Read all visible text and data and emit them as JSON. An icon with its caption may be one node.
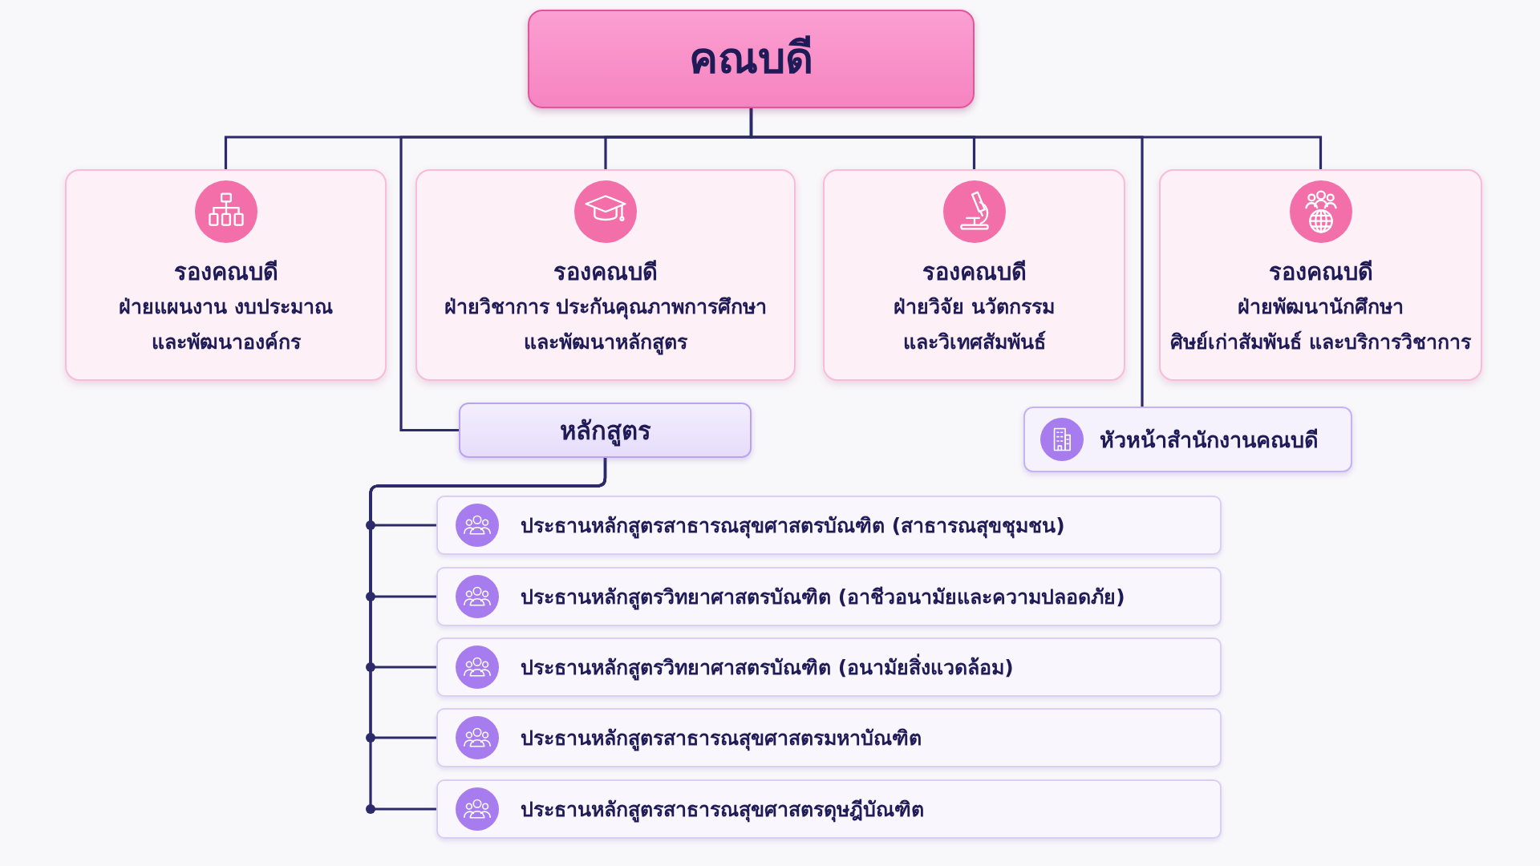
{
  "diagram": {
    "nodes": [
      {
        "text": [
          "คณบดี"
        ]
      },
      {
        "text": [
          "รองคณบดี",
          "ฝ่ายแผนงาน งบประมาณ และพัฒนาองค์กร"
        ]
      },
      {
        "text": [
          "รองคณบดี",
          "ฝ่ายวิชาการ ประกันคุณภาพการศึกษา และพัฒนาหลักสูตร"
        ]
      },
      {
        "text": [
          "รองคณบดี",
          "ฝ่ายวิจัย นวัตกรรม และวิเทศสัมพันธ์"
        ]
      },
      {
        "text": [
          "รองคณบดี",
          "ฝ่ายพัฒนานักศึกษา ศิษย์เก่าสัมพันธ์ และบริการวิชาการ"
        ]
      },
      {
        "text": [
          "หลักสูตร"
        ]
      },
      {
        "text": [
          "หัวหน้าสำนักงานคณบดี"
        ]
      },
      {
        "text": [
          "ประธานหลักสูตรสาธารณสุขศาสตรบัณฑิต (สาธารณสุขชุมชน)"
        ]
      },
      {
        "text": [
          "ประธานหลักสูตรวิทยาศาสตรบัณฑิต (อาชีวอนามัยและความปลอดภัย)"
        ]
      },
      {
        "text": [
          "ประธานหลักสูตรวิทยาศาสตรบัณฑิต (อนามัยสิ่งแวดล้อม)"
        ]
      },
      {
        "text": [
          "ประธานหลักสูตรสาธารณสุขศาสตรมหาบัณฑิต"
        ]
      },
      {
        "text": [
          "ประธานหลักสูตรสาธารณสุขศาสตรดุษฎีบัณฑิต"
        ]
      }
    ],
    "edges": [
      {
        "from": 0,
        "to": 1,
        "arrow": "none"
      },
      {
        "from": 0,
        "to": 2,
        "arrow": "none"
      },
      {
        "from": 0,
        "to": 3,
        "arrow": "none"
      },
      {
        "from": 0,
        "to": 4,
        "arrow": "none"
      },
      {
        "from": 0,
        "to": 5,
        "arrow": "none"
      },
      {
        "from": 0,
        "to": 6,
        "arrow": "none"
      },
      {
        "from": 5,
        "to": 7,
        "arrow": "none"
      },
      {
        "from": 5,
        "to": 8,
        "arrow": "none"
      },
      {
        "from": 5,
        "to": 9,
        "arrow": "none"
      },
      {
        "from": 5,
        "to": 10,
        "arrow": "none"
      },
      {
        "from": 5,
        "to": 11,
        "arrow": "none"
      }
    ]
  }
}
